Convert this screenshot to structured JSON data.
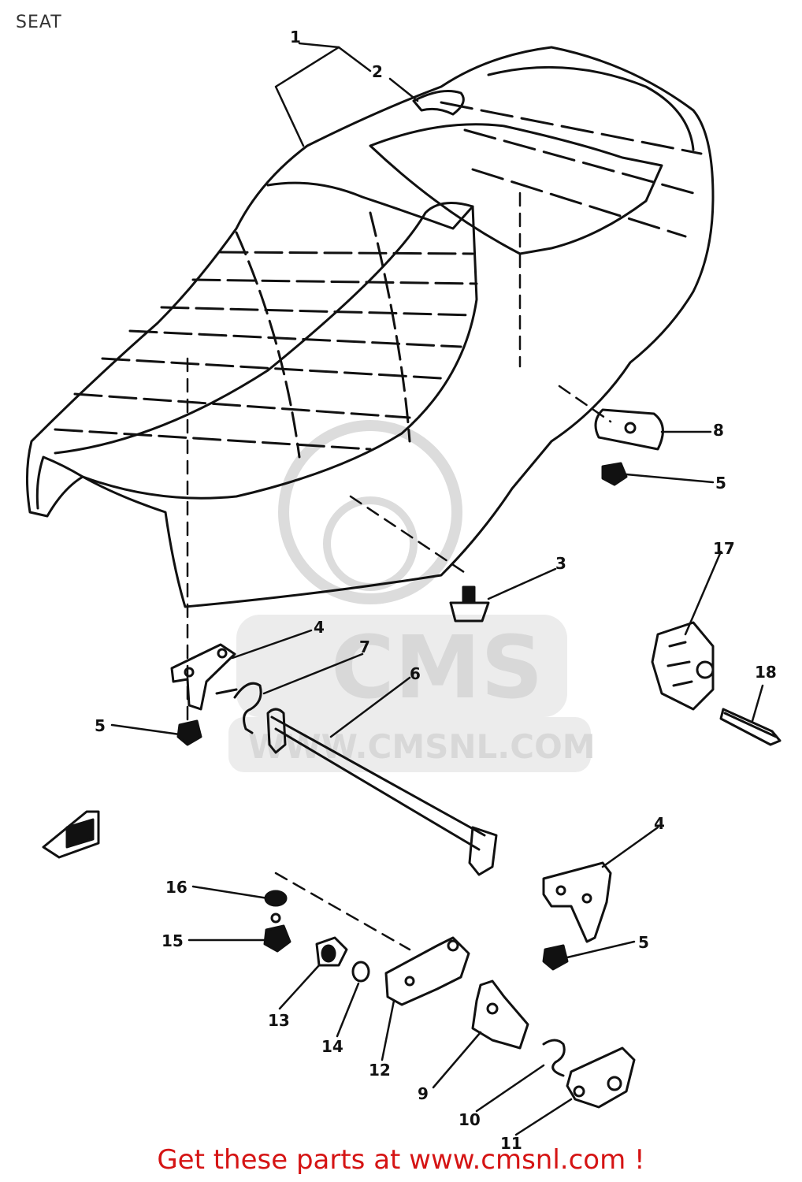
{
  "header": {
    "title": "SEAT"
  },
  "watermark": {
    "brand": "CMS",
    "url": "WWW.CMSNL.COM"
  },
  "callouts": [
    {
      "id": "1",
      "label": "1"
    },
    {
      "id": "2",
      "label": "2"
    },
    {
      "id": "3",
      "label": "3"
    },
    {
      "id": "4a",
      "label": "4"
    },
    {
      "id": "4b",
      "label": "4"
    },
    {
      "id": "5a",
      "label": "5"
    },
    {
      "id": "5b",
      "label": "5"
    },
    {
      "id": "5c",
      "label": "5"
    },
    {
      "id": "6",
      "label": "6"
    },
    {
      "id": "7",
      "label": "7"
    },
    {
      "id": "8",
      "label": "8"
    },
    {
      "id": "9",
      "label": "9"
    },
    {
      "id": "10",
      "label": "10"
    },
    {
      "id": "11",
      "label": "11"
    },
    {
      "id": "12",
      "label": "12"
    },
    {
      "id": "13",
      "label": "13"
    },
    {
      "id": "14",
      "label": "14"
    },
    {
      "id": "15",
      "label": "15"
    },
    {
      "id": "16",
      "label": "16"
    },
    {
      "id": "17",
      "label": "17"
    },
    {
      "id": "18",
      "label": "18"
    }
  ],
  "footer": {
    "link_text": "Get these parts at www.cmsnl.com !",
    "link_color": "#d51414"
  }
}
